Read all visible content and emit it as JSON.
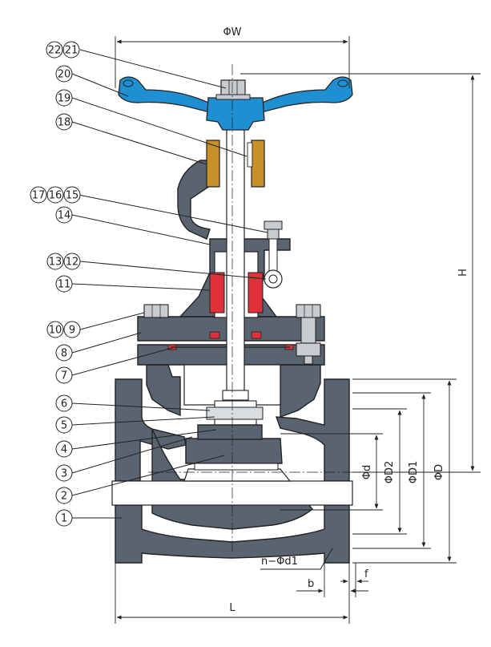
{
  "callouts": [
    {
      "nums": [
        "22",
        "21"
      ]
    },
    {
      "nums": [
        "20"
      ]
    },
    {
      "nums": [
        "19"
      ]
    },
    {
      "nums": [
        "18"
      ]
    },
    {
      "nums": [
        "17",
        "16",
        "15"
      ]
    },
    {
      "nums": [
        "14"
      ]
    },
    {
      "nums": [
        "13",
        "12"
      ]
    },
    {
      "nums": [
        "11"
      ]
    },
    {
      "nums": [
        "10",
        "9"
      ]
    },
    {
      "nums": [
        "8"
      ]
    },
    {
      "nums": [
        "7"
      ]
    },
    {
      "nums": [
        "6"
      ]
    },
    {
      "nums": [
        "5"
      ]
    },
    {
      "nums": [
        "4"
      ]
    },
    {
      "nums": [
        "3"
      ]
    },
    {
      "nums": [
        "2"
      ]
    },
    {
      "nums": [
        "1"
      ]
    }
  ],
  "dimensions": {
    "W": "ΦW",
    "H": "H",
    "d": "Φd",
    "D2": "ΦD2",
    "D1": "ΦD1",
    "D": "ΦD",
    "nd1": "n−Φd1",
    "b": "b",
    "f": "f",
    "L": "L"
  },
  "colors": {
    "body": "#5a6470",
    "handwheel": "#1e8fd0",
    "yoke_sleeve": "#c8902a",
    "packing": "#e0303a",
    "outline": "#222222"
  }
}
